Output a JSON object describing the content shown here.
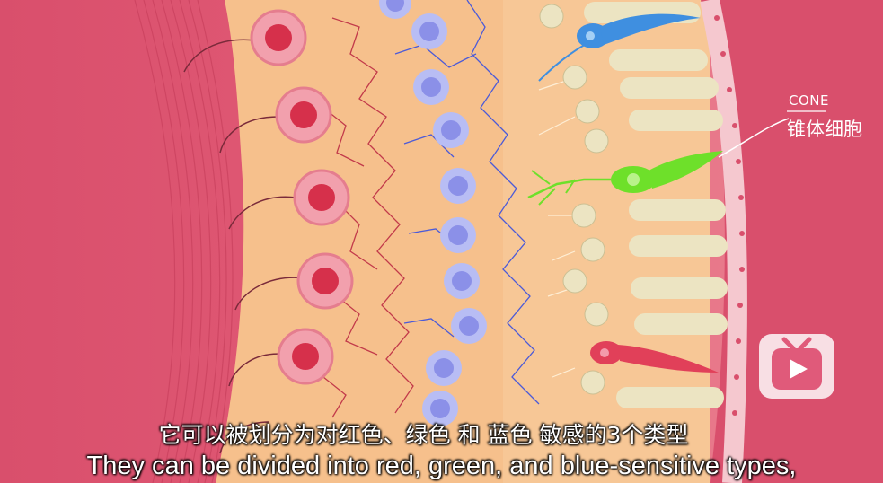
{
  "labels": {
    "cone_en": "CONE",
    "cone_cn": "锥体细胞"
  },
  "subtitles": {
    "chinese": "它可以被划分为对红色、绿色 和 蓝色 敏感的3个类型",
    "english": "They can be divided into red, green, and blue-sensitive types,"
  },
  "colors": {
    "retina_red": "#d94f6c",
    "tissue_orange": "#f6c08c",
    "rod_cream": "#ece4c2",
    "cone_blue": "#3f8fe0",
    "cone_green": "#6ee02a",
    "cone_red": "#e14059",
    "ganglion_pink": "#f2a0ad",
    "bipolar_violet": "#b8bdf4"
  },
  "logo": {
    "icon": "play-tv-icon"
  }
}
